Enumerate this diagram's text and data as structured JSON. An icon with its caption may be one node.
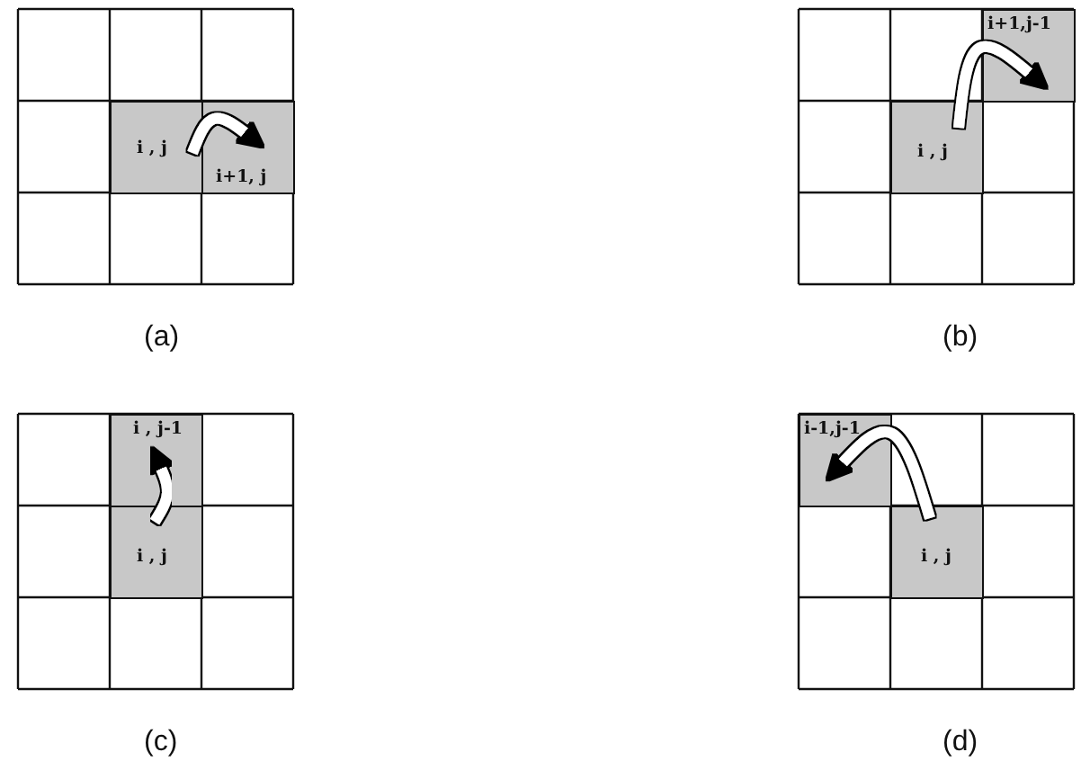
{
  "diagram": {
    "nodes": [
      {
        "text": [
          "i , j"
        ]
      },
      {
        "text": [
          "i+1, j"
        ]
      },
      {
        "text": [
          "i+1,j-1"
        ]
      },
      {
        "text": [
          "i , j"
        ]
      },
      {
        "text": [
          "i , j-1"
        ]
      },
      {
        "text": [
          "i , j"
        ]
      },
      {
        "text": [
          "i-1,j-1"
        ]
      },
      {
        "text": [
          "i , j"
        ]
      }
    ],
    "edges": [
      {
        "from": 0,
        "to": 1,
        "arrow": "to"
      },
      {
        "from": 3,
        "to": 2,
        "arrow": "to"
      },
      {
        "from": 5,
        "to": 4,
        "arrow": "to"
      },
      {
        "from": 7,
        "to": 6,
        "arrow": "to"
      }
    ],
    "labels": [
      "(a)",
      "(b)",
      "(c)",
      "(d)"
    ]
  }
}
